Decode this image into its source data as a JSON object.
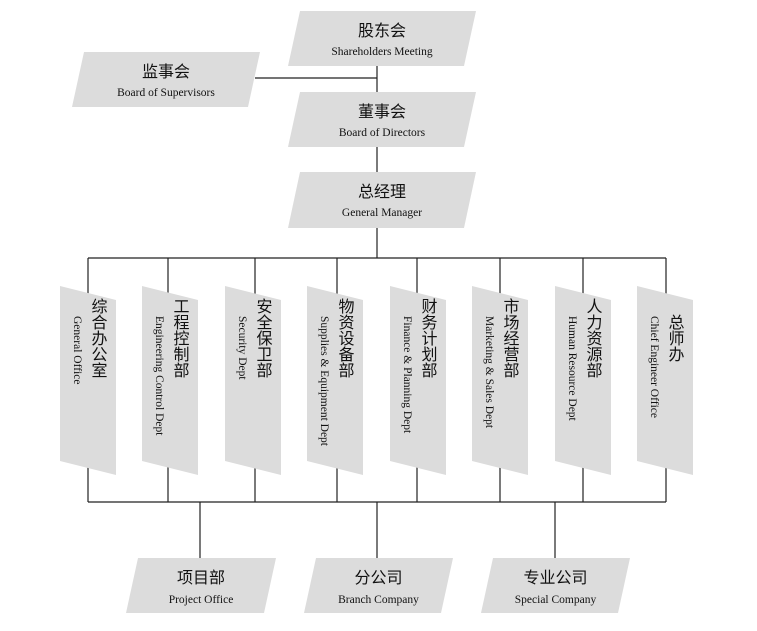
{
  "top": [
    {
      "key": "shareholders",
      "zh": "股东会",
      "en": "Shareholders Meeting"
    },
    {
      "key": "supervisors",
      "zh": "监事会",
      "en": "Board of Supervisors"
    },
    {
      "key": "directors",
      "zh": "董事会",
      "en": "Board of Directors"
    },
    {
      "key": "manager",
      "zh": "总经理",
      "en": "General Manager"
    }
  ],
  "departments": [
    {
      "zh": "综合办公室",
      "en": "General Office"
    },
    {
      "zh": "工程控制部",
      "en": "Engineering Control Dept"
    },
    {
      "zh": "安全保卫部",
      "en": "Security Dept"
    },
    {
      "zh": "物资设备部",
      "en": "Supplies & Equipment Dept"
    },
    {
      "zh": "财务计划部",
      "en": "Finance & Planning Dept"
    },
    {
      "zh": "市场经营部",
      "en": "Marketing & Sales Dept"
    },
    {
      "zh": "人力资源部",
      "en": "Human Resource Dept"
    },
    {
      "zh": "总师办",
      "en": "Chief Engineer Office"
    }
  ],
  "bottom": [
    {
      "zh": "项目部",
      "en": "Project Office"
    },
    {
      "zh": "分公司",
      "en": "Branch Company"
    },
    {
      "zh": "专业公司",
      "en": "Special Company"
    }
  ],
  "colors": {
    "box": "#dcdcdc",
    "line": "#222222",
    "text": "#111111"
  }
}
